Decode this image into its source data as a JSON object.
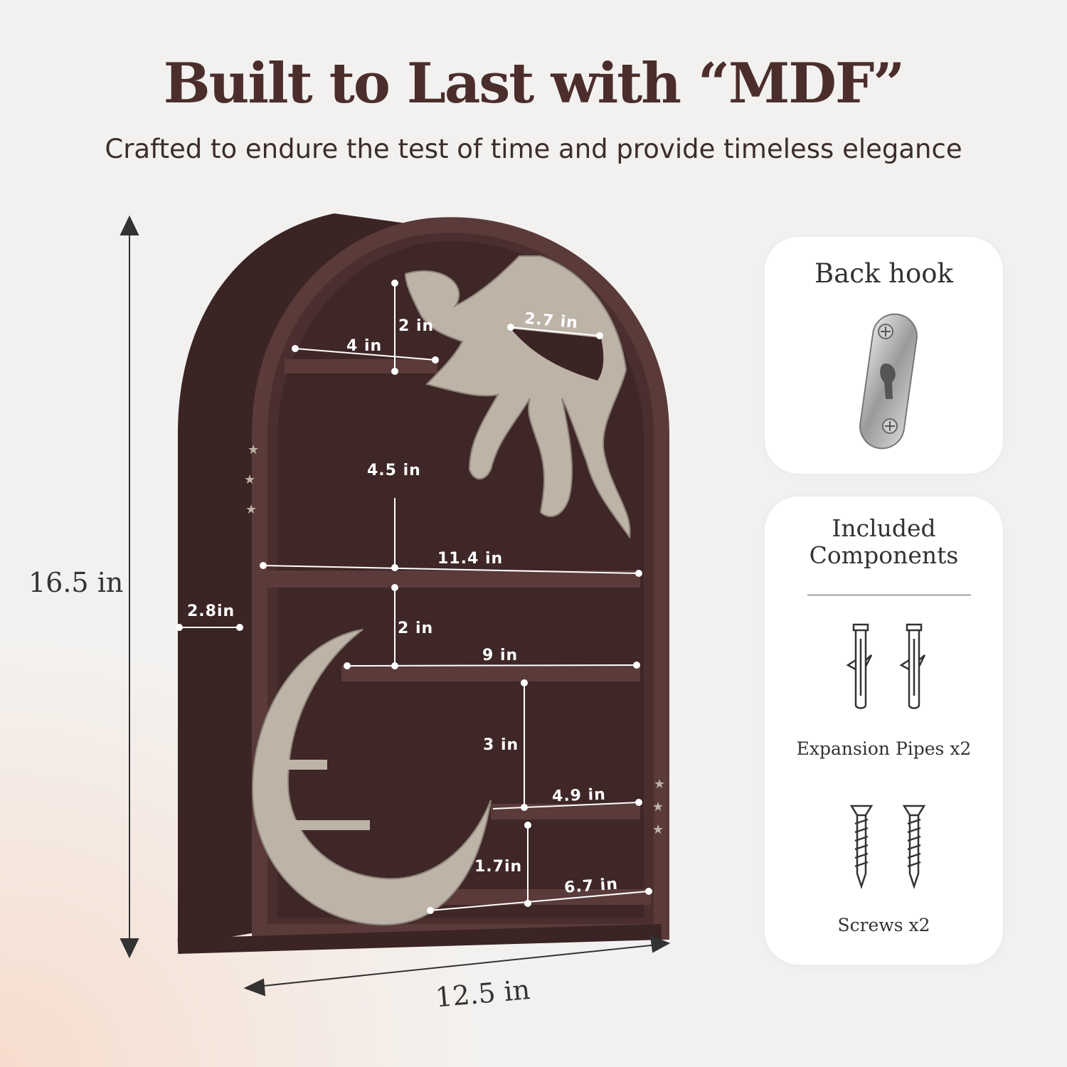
{
  "header": {
    "title": "Built to Last with “MDF”",
    "subtitle": "Crafted to endure the test of time and provide timeless elegance"
  },
  "dimensions": {
    "height": "16.5 in",
    "width": "12.5 in",
    "depth": "2.8in",
    "top_shelf_gap": "2 in",
    "top_shelf_width": "4 in",
    "sun_shelf_width": "2.7 in",
    "upper_gap": "4.5 in",
    "full_shelf_width": "11.4 in",
    "middle_gap": "2 in",
    "middle_shelf_width": "9 in",
    "lower_gap": "3 in",
    "lower_shelf_width": "4.9 in",
    "bottom_gap": "1.7in",
    "bottom_shelf_width": "6.7 in"
  },
  "back_hook": {
    "title": "Back hook"
  },
  "components": {
    "title_line1": "Included",
    "title_line2": "Components",
    "expansion_label": "Expansion Pipes x2",
    "screws_label": "Screws x2"
  },
  "colors": {
    "wood": "#4a2f2e",
    "wood_dark": "#3a2424",
    "accent_silver": "#bdb3a7",
    "title": "#4b2e2c"
  },
  "icons": [
    "arch-shelf-illustration",
    "sun-icon",
    "moon-icon",
    "hook-icon",
    "anchor-icon",
    "screw-icon",
    "star-icon"
  ]
}
